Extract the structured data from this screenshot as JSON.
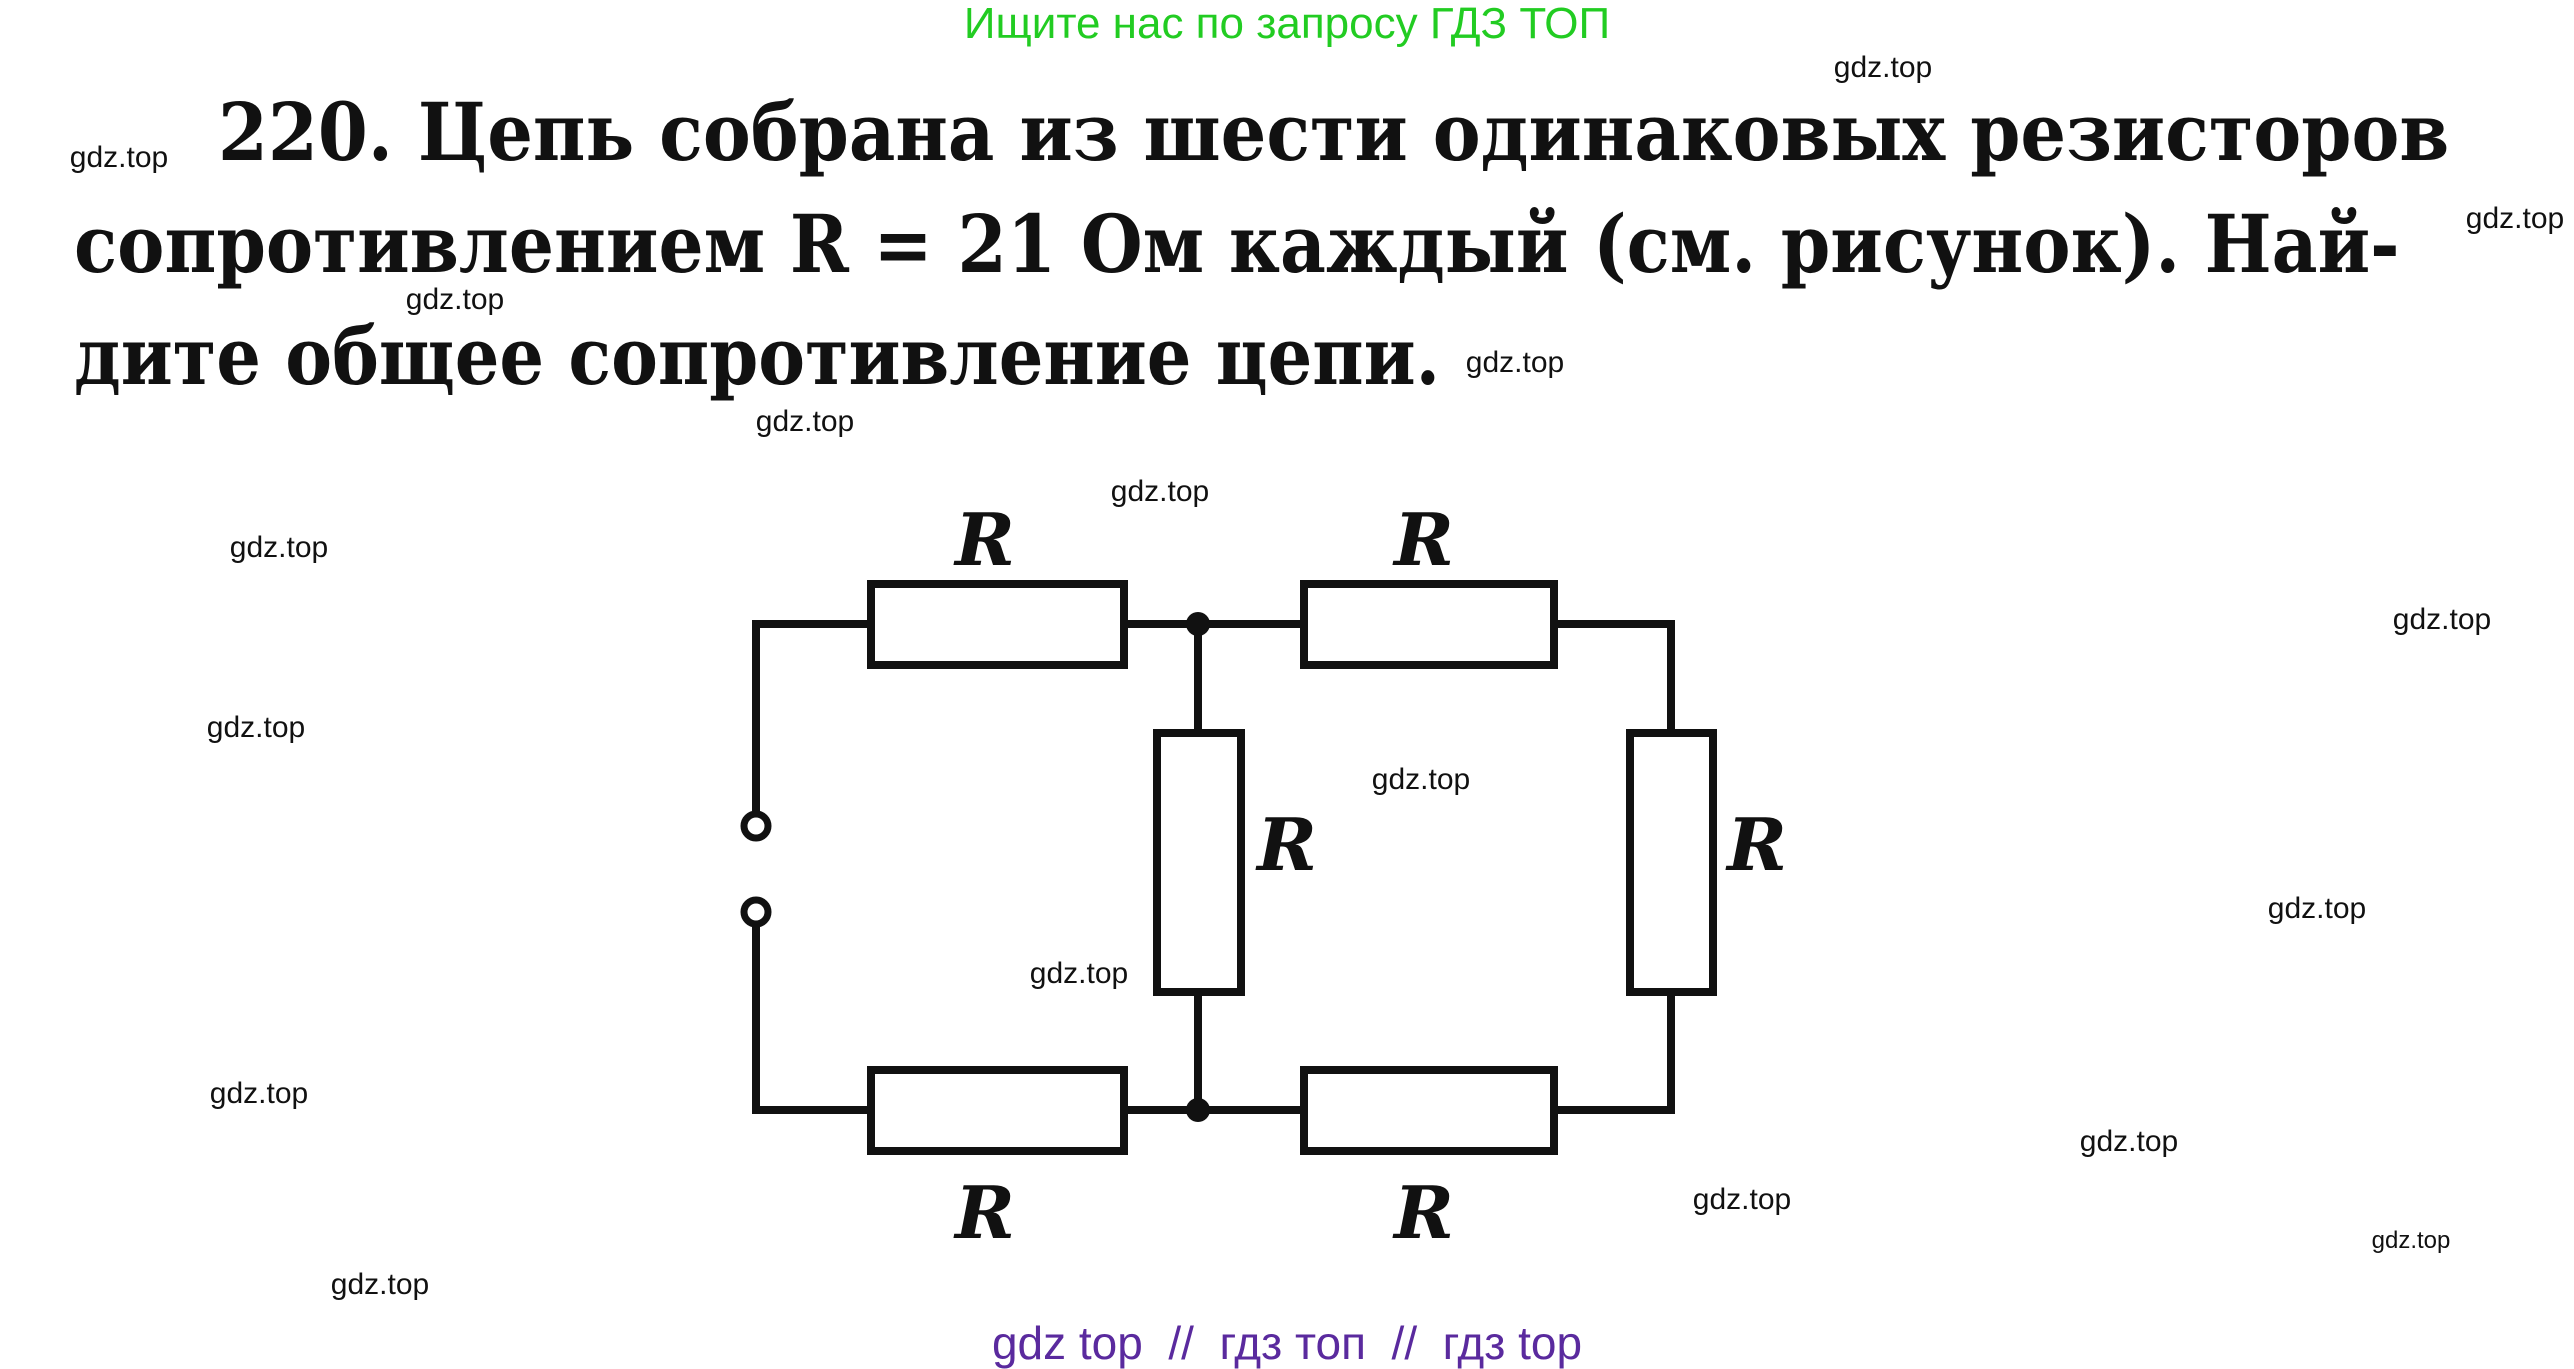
{
  "banner": {
    "text": "Ищите нас по запросу ГДЗ ТОП",
    "color": "#22cc22"
  },
  "problem": {
    "lines": [
      "220. Цепь собрана из шести одинаковых резисторов",
      "сопротивлением R = 21 Ом каждый (см. рисунок). Най-",
      "дите общее сопротивление цепи."
    ]
  },
  "circuit": {
    "resistor_label": "R",
    "resistor_count": 6,
    "labels": [
      "R",
      "R",
      "R",
      "R",
      "R",
      "R"
    ]
  },
  "watermarks": [
    "gdz.top",
    "gdz.top",
    "gdz.top",
    "gdz.top",
    "gdz.top",
    "gdz.top",
    "gdz.top",
    "gdz.top",
    "gdz.top",
    "gdz.top",
    "gdz.top",
    "gdz.top",
    "gdz.top",
    "gdz.top",
    "gdz.top",
    "gdz.top",
    "gdz.top",
    "gdz.top"
  ],
  "footer": {
    "text": "gdz top  //  гдз топ  //  гдз top",
    "color": "#5a2a9e"
  }
}
